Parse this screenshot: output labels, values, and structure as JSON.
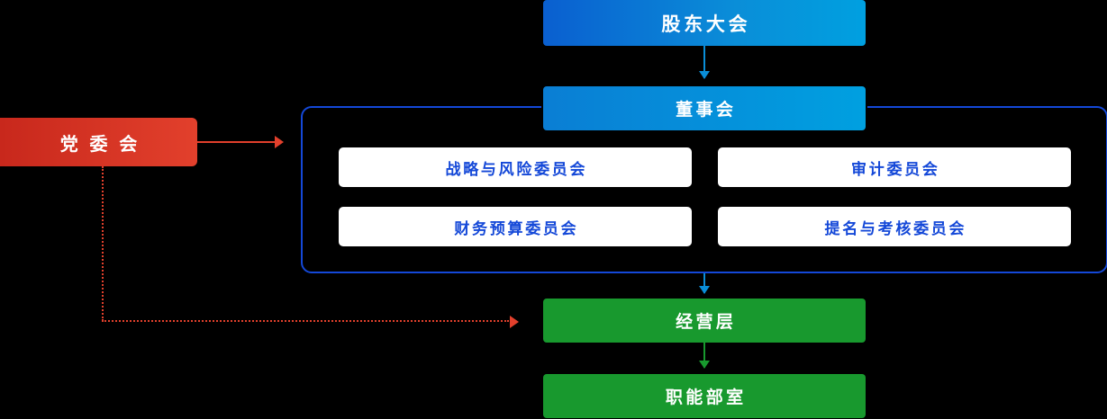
{
  "diagram": {
    "type": "org-chart",
    "background": "#000000",
    "nodes": {
      "shareholders": {
        "label": "股东大会",
        "color": "#0a8ed8"
      },
      "board": {
        "label": "董事会",
        "color": "#00a0e0"
      },
      "party_committee": {
        "label": "党 委 会",
        "color": "#e2402c"
      },
      "management": {
        "label": "经营层",
        "color": "#18992e"
      },
      "departments": {
        "label": "职能部室",
        "color": "#18992e"
      }
    },
    "committees": [
      {
        "label": "战略与风险委员会"
      },
      {
        "label": "审计委员会"
      },
      {
        "label": "财务预算委员会"
      },
      {
        "label": "提名与考核委员会"
      }
    ],
    "committee_panel": {
      "border_color": "#1448d8",
      "text_color": "#1448d8"
    },
    "connectors": [
      {
        "name": "shareholders-to-board",
        "style": "solid",
        "color": "#0a8ed8"
      },
      {
        "name": "board-to-management",
        "style": "solid",
        "color": "#0a8ed8"
      },
      {
        "name": "management-to-departments",
        "style": "solid",
        "color": "#18992e"
      },
      {
        "name": "party-to-board",
        "style": "solid",
        "color": "#e2402c"
      },
      {
        "name": "party-to-management",
        "style": "dotted",
        "color": "#e2402c"
      }
    ]
  }
}
